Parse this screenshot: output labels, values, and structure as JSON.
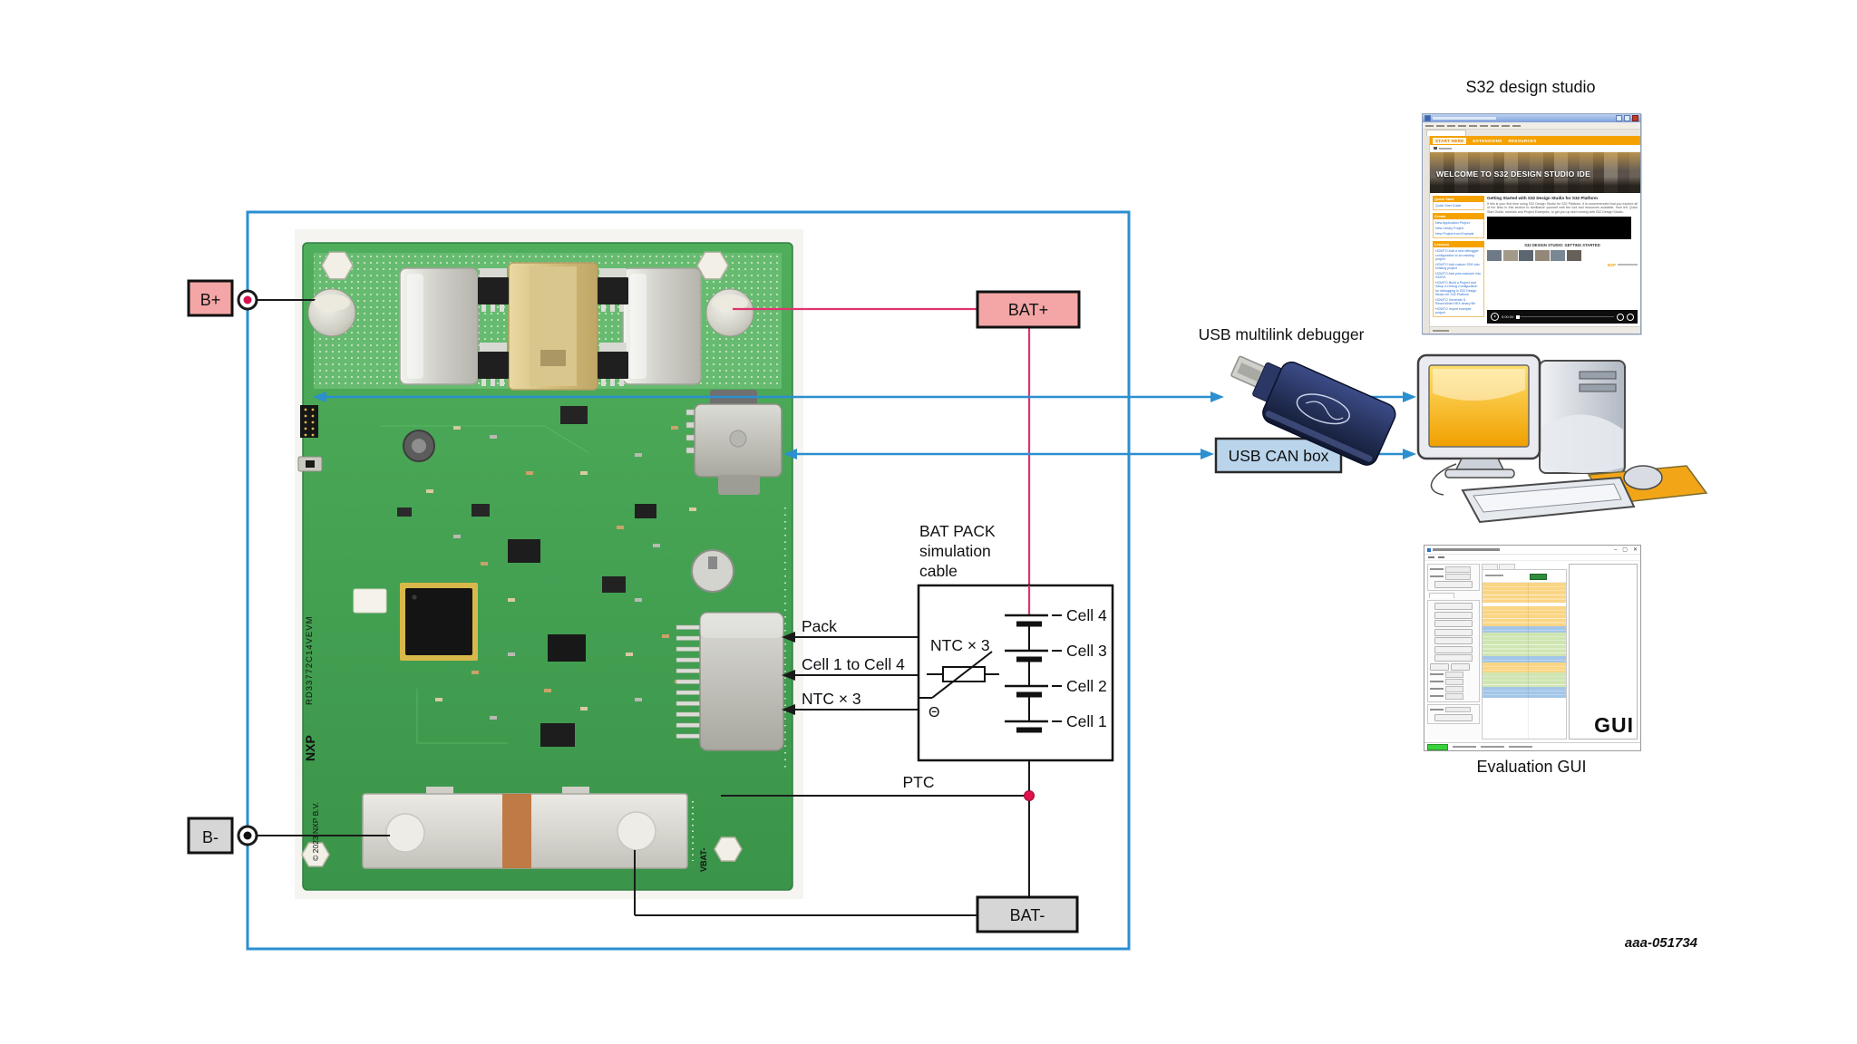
{
  "colors": {
    "accent_blue": "#2b8fd0",
    "wire_pink": "#e0336e",
    "box_pink": "#f4a6a6",
    "box_gray": "#d6d6d6",
    "can_box_blue": "#bad5eb",
    "pcb_green": "#3f9c4c",
    "screen_yellow": "#f6a800",
    "nxp_orange": "#f5a200"
  },
  "terminals": {
    "b_plus": "B+",
    "b_minus": "B-",
    "bat_plus": "BAT+",
    "bat_minus": "BAT-"
  },
  "connections": {
    "pack": "Pack",
    "cell_range": "Cell 1 to Cell 4",
    "ntc": "NTC × 3",
    "ptc": "PTC"
  },
  "bat_pack": {
    "title_line1": "BAT PACK",
    "title_line2": "simulation",
    "title_line3": "cable",
    "ntc_label": "NTC × 3",
    "theta": "Θ",
    "cells": [
      "Cell 4",
      "Cell 3",
      "Cell 2",
      "Cell 1"
    ]
  },
  "peripherals": {
    "debugger_label": "USB multilink debugger",
    "can_box": "USB CAN box"
  },
  "board": {
    "part_number": "RD33772C14VEVM",
    "brand": "NXP",
    "copyright": "© 2023 NXP B.V.",
    "vbat_silk": "VBAT-"
  },
  "s32_studio": {
    "caption": "S32 design studio",
    "tabs": [
      "START HERE",
      "EXTENSIONS",
      "RESOURCES"
    ],
    "banner": "WELCOME TO S32 DESIGN STUDIO IDE",
    "heading": "Getting Started with S32 Design Studio for S32 Platform",
    "intro": "If this is your first time using S32 Design Studio for S32 Platform, it is recommended that you explore all of the links in this section to familiarize yourself with the tool and resources available, from the Quick Start Guide, tutorials and Project Examples, to get you up and running with S32 Design Studio.",
    "section_title": "S32 DESIGN STUDIO: GETTING STARTED",
    "sidebar": [
      {
        "header": "Quick Start",
        "links": [
          "Quick Start Guide"
        ]
      },
      {
        "header": "Create",
        "links": [
          "New Application Project",
          "New Library Project",
          "New Project from Example"
        ]
      },
      {
        "header": "Lessons",
        "links": [
          "HOWTO Add a new debugger configuration to an existing project",
          "HOWTO Add custom SDK into existing project",
          "HOWTO Add pins example into S32DS",
          "HOWTO Build a Project and Setup a Debug Configuration for debugging in S32 Design Studio for S32 Platform",
          "HOWTO Generate S-Record/Intel HEX binary file",
          "HOWTO Import example project"
        ]
      }
    ],
    "brand": "NXP",
    "player_time": "0:00:00"
  },
  "evaluation_gui": {
    "caption": "Evaluation GUI",
    "panel_label": "GUI"
  },
  "figure_id": "aaa-051734"
}
